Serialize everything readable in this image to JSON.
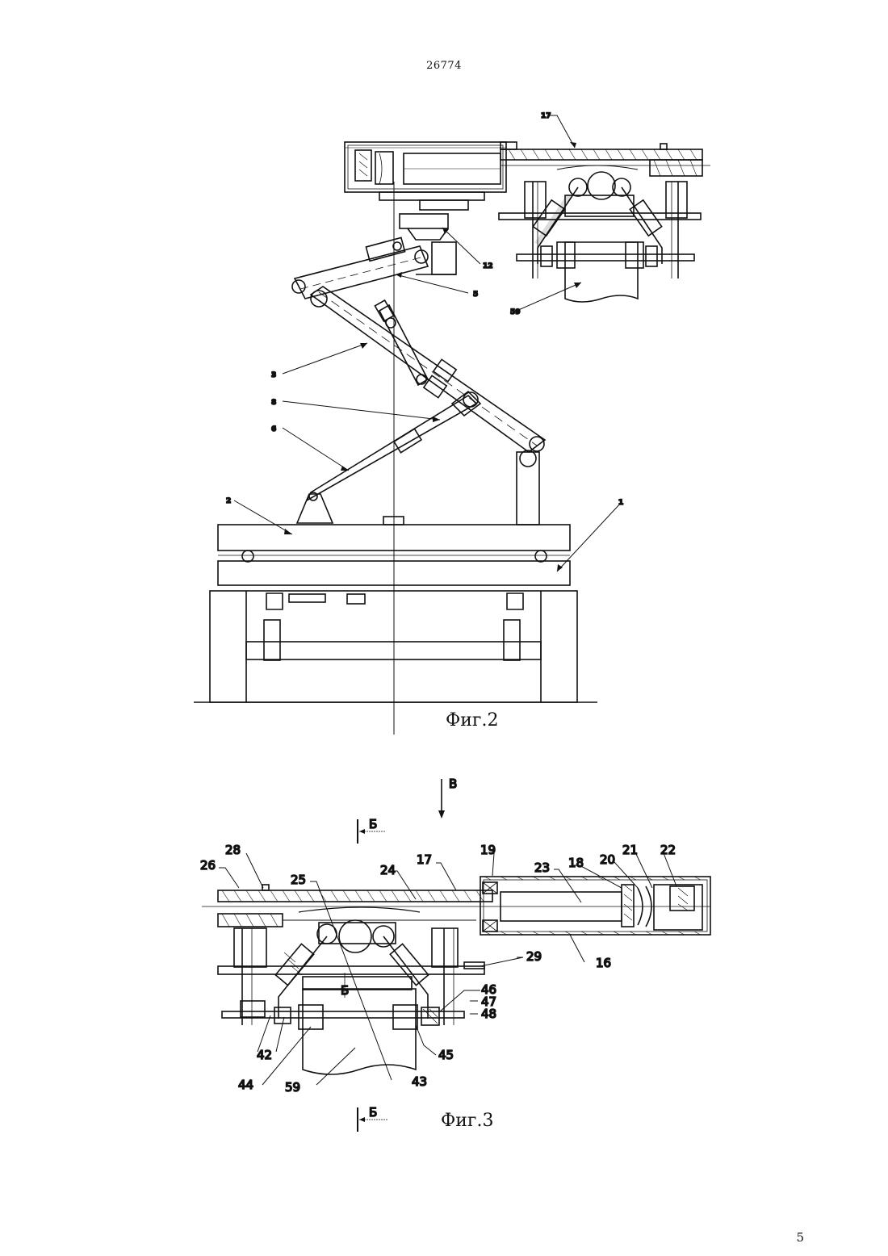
{
  "document": {
    "header_number": "26774",
    "page_number": "5"
  },
  "figure2": {
    "caption": "Фиг.2",
    "labels": {
      "l17": "17",
      "l12": "12",
      "l5": "5",
      "l59": "59",
      "l3": "3",
      "l8": "8",
      "l6": "6",
      "l2": "2",
      "l1": "1"
    }
  },
  "figure3": {
    "caption": "Фиг.3",
    "view_arrow": "В",
    "section_mark": "Б",
    "labels": {
      "l28": "28",
      "l26": "26",
      "l25": "25",
      "l24": "24",
      "l17": "17",
      "l19": "19",
      "l23": "23",
      "l18": "18",
      "l20": "20",
      "l21": "21",
      "l22": "22",
      "l29": "29",
      "l16": "16",
      "l46": "46",
      "l47": "47",
      "l48": "48",
      "l42": "42",
      "l45": "45",
      "l43": "43",
      "l44": "44",
      "l59": "59"
    }
  }
}
